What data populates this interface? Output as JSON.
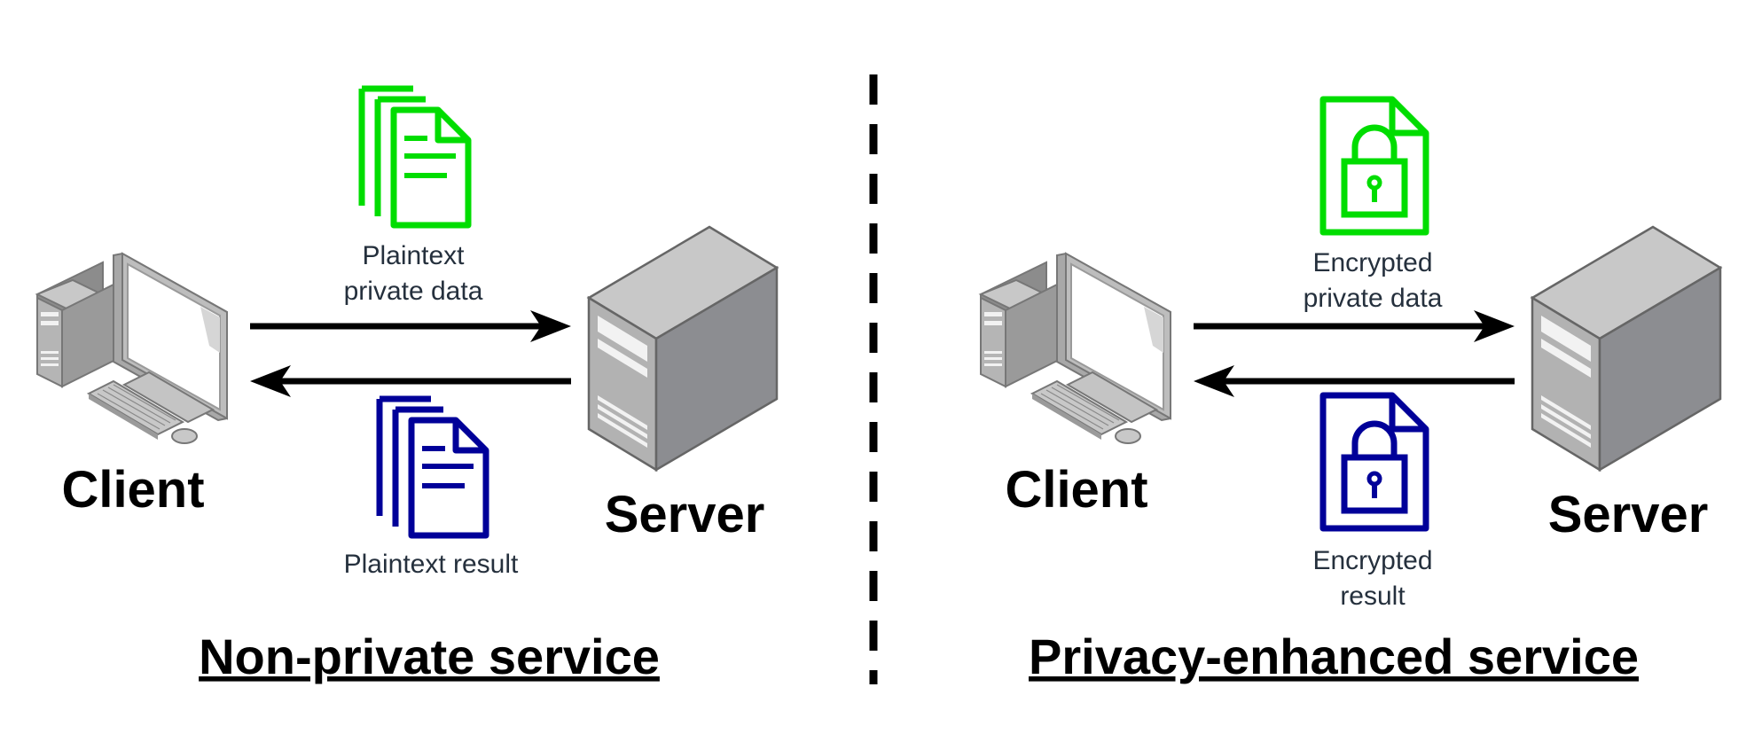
{
  "colors": {
    "plaintext_data": "#00dd00",
    "result": "#000099",
    "arrow": "#000000",
    "text": "#25303d"
  },
  "icons": {
    "client": "desktop-computer-icon",
    "server": "server-tower-icon",
    "plaintext_data": "document-stack-icon",
    "plaintext_result": "document-stack-icon",
    "encrypted_data": "locked-document-icon",
    "encrypted_result": "locked-document-icon"
  },
  "left": {
    "client_label": "Client",
    "server_label": "Server",
    "data_label_line1": "Plaintext",
    "data_label_line2": "private data",
    "result_label": "Plaintext result",
    "title": "Non-private service"
  },
  "right": {
    "client_label": "Client",
    "server_label": "Server",
    "data_label_line1": "Encrypted",
    "data_label_line2": "private data",
    "result_label_line1": "Encrypted",
    "result_label_line2": "result",
    "title": "Privacy-enhanced service"
  }
}
